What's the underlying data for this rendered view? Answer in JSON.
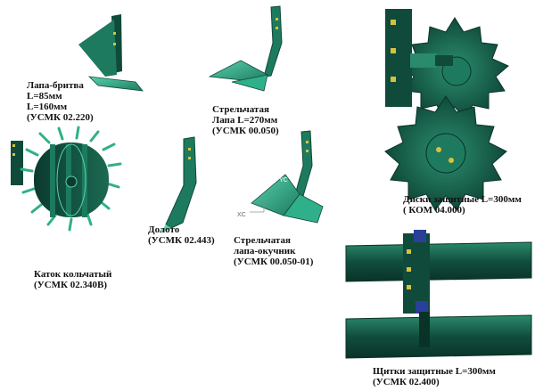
{
  "captions": {
    "lapa_britva": [
      "Лапа-бритва",
      "L=85мм",
      "L=160мм",
      "(УСМК 02.220)"
    ],
    "strelchataya": [
      "Стрельчатая",
      "Лапа L=270мм",
      "(УСМК 00.050)"
    ],
    "katok": [
      "Каток кольчатый",
      "(УСМК 02.340В)"
    ],
    "doloto": [
      "Долото",
      "(УСМК 02.443)"
    ],
    "okuchnik": [
      "Стрельчатая",
      "лапа-окучник",
      "(УСМК 00.050-01)"
    ],
    "diski": [
      "Диски защитные L=300мм",
      "( КОМ 04.000)"
    ],
    "shchitki": [
      "Щитки защитные L=300мм",
      "(УСМК 02.400)"
    ]
  },
  "drawing_marks": [
    "YC",
    "XC"
  ],
  "colors": {
    "part_dark": "#0f4a3a",
    "part_mid": "#1d7a5f",
    "part_light": "#2fb08a",
    "part_highlight": "#59d3ae",
    "hardware_yellow": "#d8c23a",
    "hardware_blue": "#2a3f9a",
    "caption_text": "#111111"
  }
}
